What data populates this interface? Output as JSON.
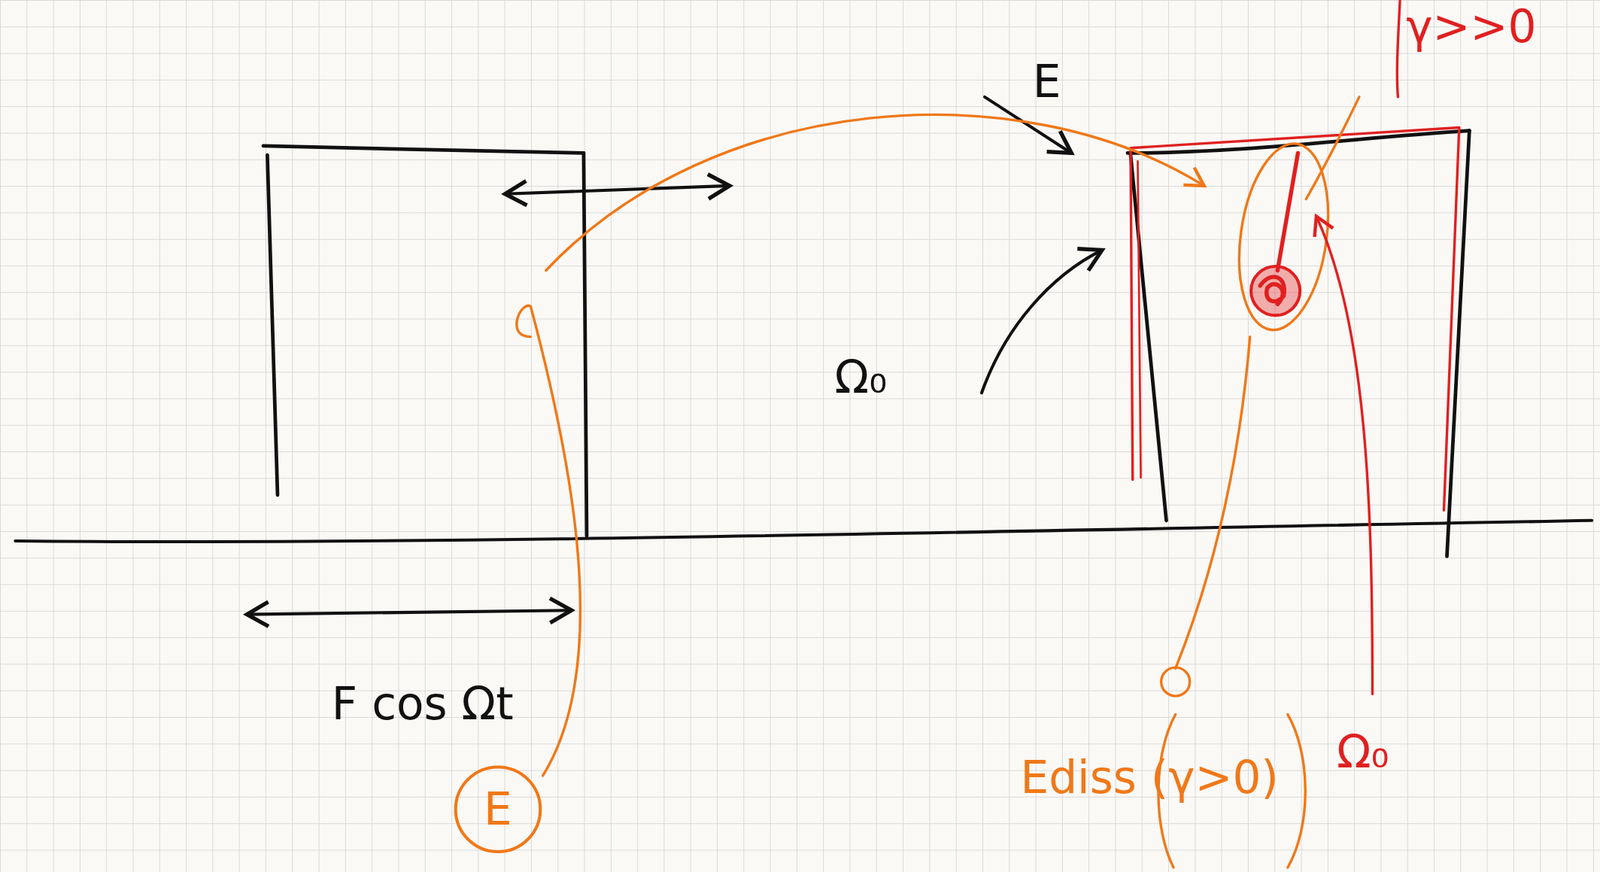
{
  "diagram": {
    "nodes": [
      {
        "text": [
          "E"
        ]
      }
    ],
    "labels": [
      "E",
      "Ω₀",
      "F cos Ωt",
      "γ>>0",
      "Ediss (γ>0)",
      "Ω₀"
    ]
  }
}
